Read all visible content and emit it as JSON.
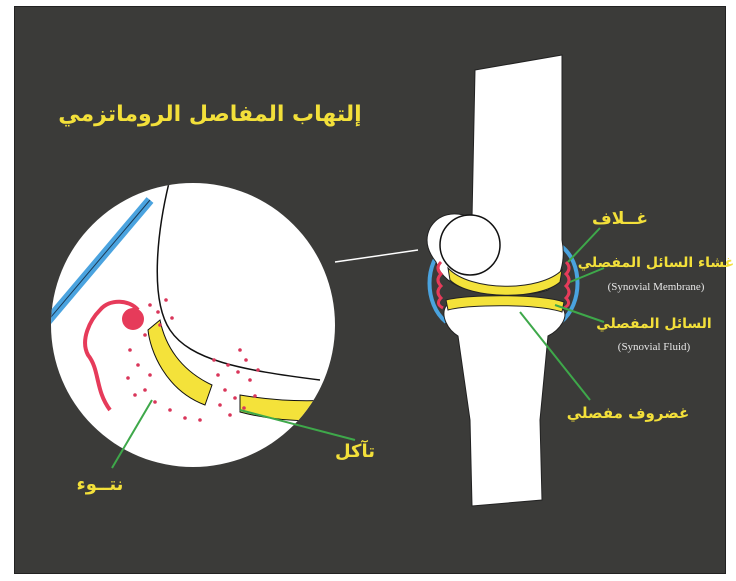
{
  "colors": {
    "background": "#3b3b39",
    "title": "#f3e03a",
    "cartilage": "#f4e23a",
    "membrane": "#e63b5a",
    "capsule": "#4aa3df",
    "leader": "#3ea84a",
    "bone": "#ffffff"
  },
  "title": "إلتهاب المفاصل الروماتزمي",
  "labels": {
    "capsule": "غــلاف",
    "synovial_membrane_ar": "غشاء السائل المفصلي",
    "synovial_membrane_en": "(Synovial Membrane)",
    "synovial_fluid_ar": "السائل المفصلي",
    "synovial_fluid_en": "(Synovial Fluid)",
    "cartilage": "غضروف مفصلي",
    "erosion": "تآكل",
    "protrusion": "نتــوء"
  }
}
